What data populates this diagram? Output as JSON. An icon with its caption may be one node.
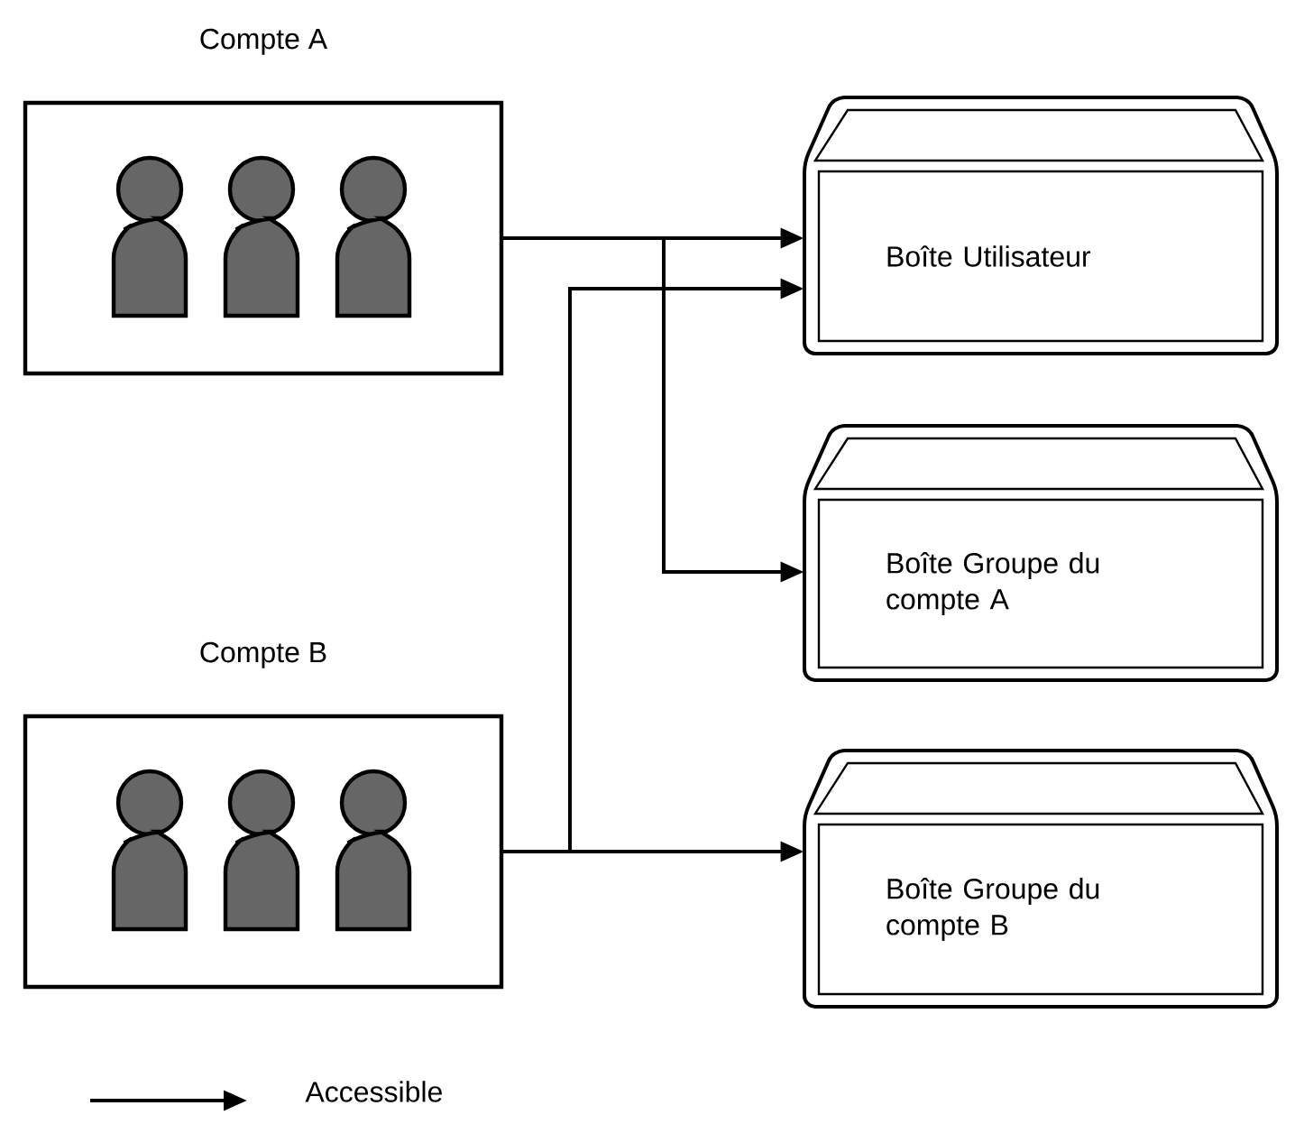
{
  "diagram": {
    "nodes": [
      {
        "text": [
          "Compte A"
        ]
      },
      {
        "text": [
          "Compte B"
        ]
      },
      {
        "text": [
          "Boîte Utilisateur"
        ]
      },
      {
        "text": [
          "Boîte Groupe du compte A"
        ]
      },
      {
        "text": [
          "Boîte Groupe du compte B"
        ]
      }
    ],
    "edges": [
      {
        "from": 0,
        "to": 2,
        "arrow": "to"
      },
      {
        "from": 0,
        "to": 3,
        "arrow": "to"
      },
      {
        "from": 1,
        "to": 2,
        "arrow": "to"
      },
      {
        "from": 1,
        "to": 4,
        "arrow": "to"
      }
    ],
    "legend": [
      {
        "text": "Accessible"
      }
    ]
  }
}
